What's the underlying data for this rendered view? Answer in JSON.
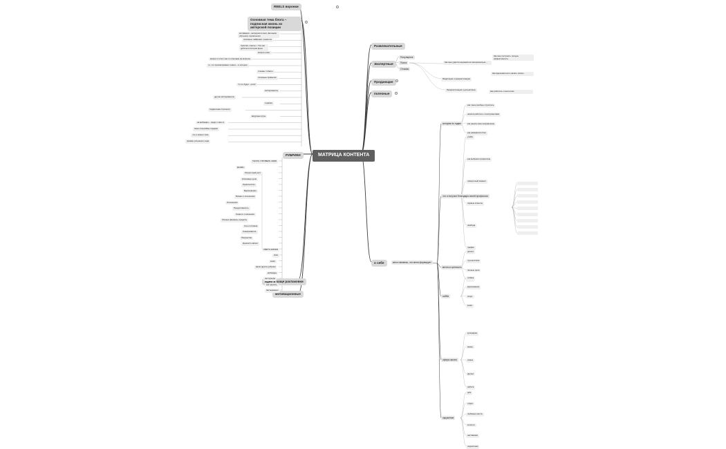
{
  "root": "МАТРИЦА КОНТЕНТА",
  "left": {
    "reels": "REELS воронки",
    "main_theme": "Основная тема блога – подписная жизнь из авторской позиции",
    "rubrics": "РУБРИКИ",
    "ideas": "идеи в чаще распаковки",
    "motivation": "мотивационные",
    "theme_items": [
      "мотивация – вкладчик из книг, фильмов, обучения, сериального",
      "полезные лайфхаки / ремесла",
      "Чувства, советы + Топ как добиться истории фаза",
      "вопрос-ответ",
      "вопрос и ответ как-то отвечаем на вопросы",
      "то, что просматривают нового – в истории",
      "отзывы / ответы",
      "полезные привычки",
      "\"я что будет - если\"",
      "эксперименты",
      "другие эксперименты",
      "терапии",
      "подарочная стратегия",
      "вирусные игры",
      "на вебинаре – люди о чём-то",
      "мини-спецзайны-подарки",
      "что я сказал тебе",
      "пример успешного хода"
    ],
    "rubric_items": [
      "ТЕСТЫ / ПРОВЕРЬ СЕБЯ",
      "Дизайн",
      "Личностный рост",
      "Ключевые цели",
      "Одиночество",
      "Вдохновение",
      "Бизнес и отношения",
      "Отношения",
      "Продуктивность",
      "Семья и отношения",
      "Личные финансы, кредиты",
      "Сон и питание",
      "Саморазвитие",
      "Творчество",
      "Ценность жизни",
      "СВЕТЬ ЖИЗНИ",
      "кино",
      "книги",
      "ваши другие рубрики",
      "вебинары",
      "инструкции",
      "как сделать",
      "Эксперимент"
    ]
  },
  "right": {
    "entertainment": "Развлекательные",
    "expert": "Экспертные",
    "expert_sub": [
      "Популярное",
      "Поиск",
      "Отзывы"
    ],
    "selling": "Продающие",
    "useful": "полезные",
    "about": "о себе",
    "about_sub": "кем я являюсь, что меня формирует",
    "expert_notes": [
      "Как мне удаётся выражаться эмоционально...",
      "Как мне построить личную эффективность",
      "Медитация и прокрастинация",
      "Как вдохновиться и начать писать",
      "Прокрастинация и дисциплина",
      "Как работать с контентом"
    ],
    "about_groups": [
      "история по годам",
      "что я получил благодаря своей профессии",
      "мечты и ценности",
      "хобби",
      "сферы жизни",
      "окружение"
    ],
    "about_items": [
      "как такое вообще случилось",
      "начала работать с инструментами",
      "как нашла своё направление",
      "как развивался блог",
      "учёба",
      "как выбрала профессию",
      "поворотный момент",
      "первые клиенты",
      "свобода",
      "график",
      "деньги",
      "путешествия",
      "личные цели",
      "курсы",
      "собака",
      "вдохновение",
      "спорт",
      "книги",
      "кулинария",
      "мемы",
      "семья",
      "друзья",
      "работа",
      "дом",
      "отдых",
      "любимые места",
      "коллеги",
      "наставники",
      "подписчики"
    ]
  },
  "colors": {
    "root_bg": "#5f5f5f",
    "l1_bg": "#d9d9d9",
    "l2_bg": "#e7e7e7",
    "edge": "#3a3a3a",
    "thin_edge": "#999999"
  }
}
